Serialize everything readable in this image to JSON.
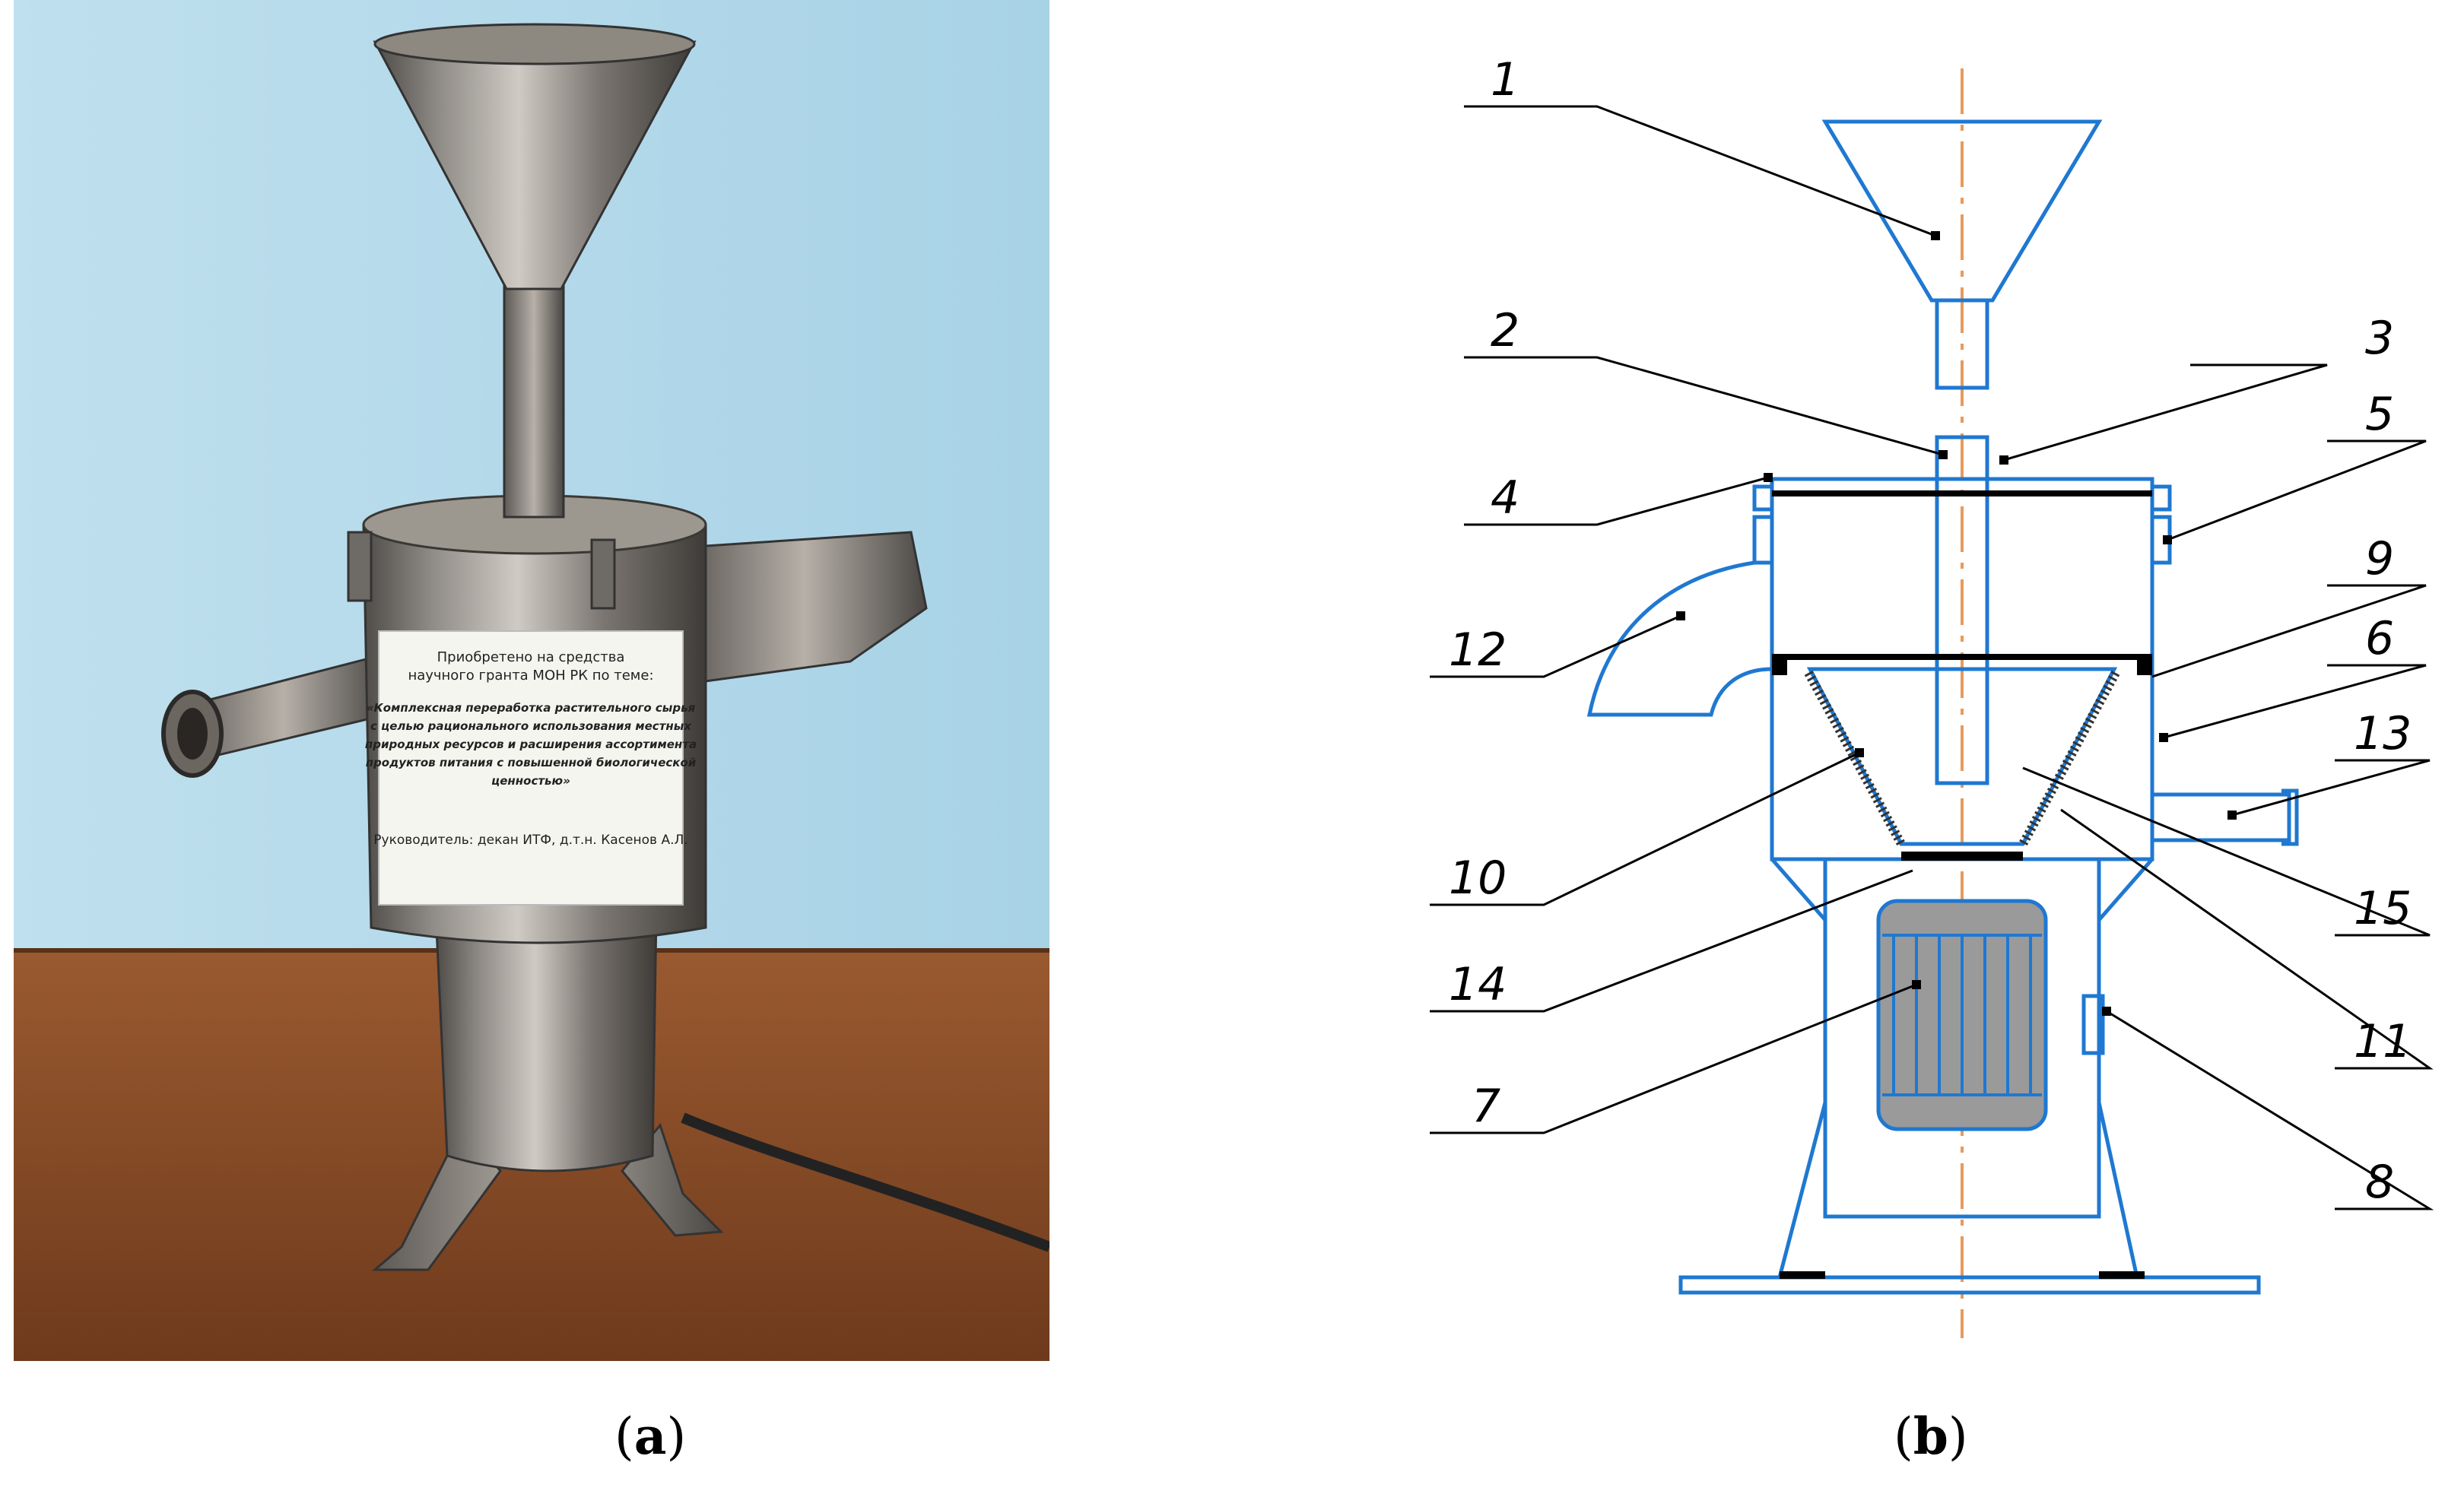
{
  "figure": {
    "caption_a": {
      "open": "(",
      "letter": "a",
      "close": ")"
    },
    "caption_b": {
      "open": "(",
      "letter": "b",
      "close": ")"
    },
    "photo_label": {
      "lines": [
        "Приобретено на средства",
        "научного гранта МОН РК по теме:",
        "«Комплексная переработка растительного сырья",
        "с целью рационального использования местных",
        "природных ресурсов и расширения ассортимента",
        "продуктов питания с повышенной биологической",
        "ценностью»",
        "Руководитель: декан ИТФ, д.т.н. Касенов А.Л."
      ]
    },
    "diagram_labels": [
      "1",
      "2",
      "3",
      "4",
      "5",
      "9",
      "6",
      "12",
      "13",
      "10",
      "15",
      "14",
      "7",
      "11",
      "8"
    ],
    "colors": {
      "line": "#1f78d1",
      "motor": "#9a9a9a",
      "leader": "#000000",
      "axis": "#e89a5a"
    }
  }
}
